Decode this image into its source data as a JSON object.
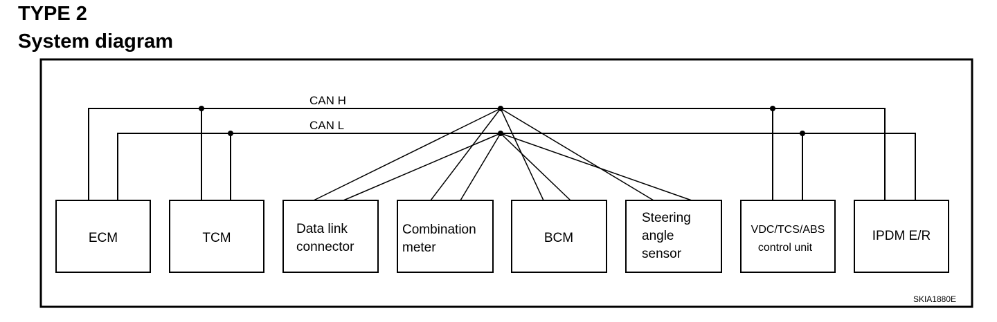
{
  "header": {
    "type_label": "TYPE 2",
    "title": "System diagram"
  },
  "bus": {
    "can_h_label": "CAN H",
    "can_l_label": "CAN L"
  },
  "modules": [
    {
      "id": "ecm",
      "lines": [
        "ECM"
      ]
    },
    {
      "id": "tcm",
      "lines": [
        "TCM"
      ]
    },
    {
      "id": "data-link-connector",
      "lines": [
        "Data link",
        "connector"
      ]
    },
    {
      "id": "combination-meter",
      "lines": [
        "Combination",
        "meter"
      ]
    },
    {
      "id": "bcm",
      "lines": [
        "BCM"
      ]
    },
    {
      "id": "steering-angle-sensor",
      "lines": [
        "Steering",
        "angle",
        "sensor"
      ]
    },
    {
      "id": "vdc-tcs-abs",
      "lines": [
        "VDC/TCS/ABS",
        "control unit"
      ]
    },
    {
      "id": "ipdm-er",
      "lines": [
        "IPDM E/R"
      ]
    }
  ],
  "figure_code": "SKIA1880E"
}
